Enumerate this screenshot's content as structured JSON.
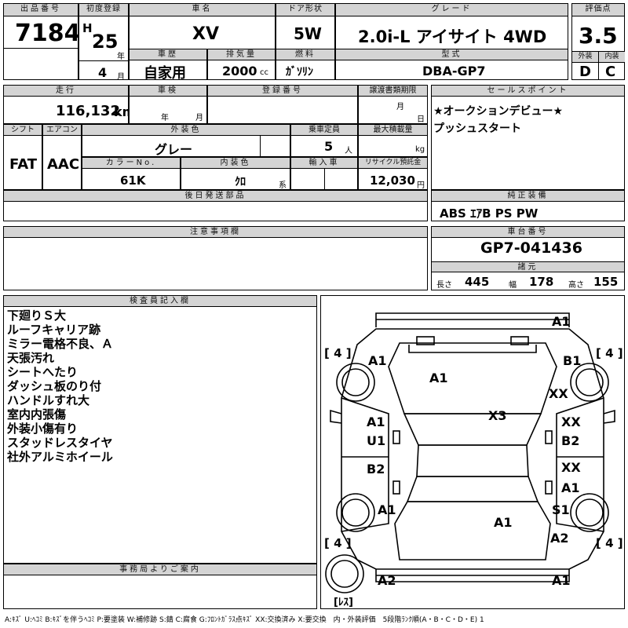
{
  "header": {
    "lot_label": "出品番号",
    "lot": "7184",
    "first_reg_label": "初度登録",
    "era": "H",
    "year": "25",
    "year_unit": "年",
    "month": "4",
    "month_unit": "月",
    "car_name_label": "車名",
    "car_name": "XV",
    "door_label": "ドア形状",
    "door": "5W",
    "grade_label": "グレード",
    "grade": "2.0i-L アイサイト 4WD",
    "score_label": "評価点",
    "score": "3.5",
    "history_label": "車歴",
    "history": "自家用",
    "displacement_label": "排気量",
    "displacement": "2000",
    "cc": "cc",
    "fuel_label": "燃料",
    "fuel": "ｶﾞｿﾘﾝ",
    "model_label": "型式",
    "model": "DBA-GP7",
    "ext_label": "外装",
    "ext_score": "D",
    "int_label": "内装",
    "int_score": "C"
  },
  "row2": {
    "mileage_label": "走行",
    "mileage": "116,132",
    "km": "km",
    "inspection_label": "車検",
    "insp_year": "年",
    "insp_month": "月",
    "reg_label": "登録番号",
    "transfer_label": "譲渡書類期限",
    "tr_month": "月",
    "tr_day": "日",
    "shift_label": "シフト",
    "shift": "FAT",
    "ac_label": "エアコン",
    "ac": "AAC",
    "color_label": "外装色",
    "color": "グレー",
    "capacity_label": "乗車定員",
    "capacity": "5",
    "capacity_unit": "人",
    "load_label": "最大積載量",
    "load_unit": "kg",
    "color_no_label": "カラーNo.",
    "color_no": "61K",
    "interior_color_label": "内装色",
    "interior_color": "ｸﾛ",
    "interior_unit": "系",
    "import_label": "輸入車",
    "recycle_label": "リサイクル預託金",
    "recycle": "12,030",
    "recycle_unit": "円"
  },
  "sales": {
    "label": "セールスポイント",
    "lines": [
      "★オークションデビュー★",
      "プッシュスタート"
    ]
  },
  "later_parts": {
    "label": "後日発送部品"
  },
  "equipment": {
    "label": "純正装備",
    "value": "ABS ｴｱB PS PW"
  },
  "notes": {
    "label": "注意事項欄"
  },
  "chassis": {
    "label": "車台番号",
    "value": "GP7-041436",
    "spec_label": "諸元",
    "length_label": "長さ",
    "length": "445",
    "width_label": "幅",
    "width": "178",
    "height_label": "高さ",
    "height": "155"
  },
  "inspector": {
    "label": "検査員記入欄",
    "lines": [
      "下廻りＳ大",
      "ルーフキャリア跡",
      "ミラー電格不良、Ａ",
      "天張汚れ",
      "シートへたり",
      "ダッシュ板のり付",
      "ハンドルすれ大",
      "室内内張傷",
      "外装小傷有り",
      "スタッドレスタイヤ",
      "社外アルミホイール"
    ]
  },
  "office": {
    "label": "事務局よりご案内"
  },
  "diagram": {
    "tire_fl": "[ 4 ]",
    "tire_fr": "[ 4 ]",
    "tire_rl": "[ 4 ]",
    "tire_rr": "[ 4 ]",
    "spare": "[ﾚｽ]",
    "marks": [
      "A1",
      "A1",
      "B1",
      "A1",
      "XX",
      "X3",
      "A1",
      "U1",
      "XX",
      "B2",
      "B2",
      "XX",
      "A1",
      "A1",
      "S1",
      "A1",
      "A2",
      "A2",
      "A1"
    ]
  },
  "legend": "A:ｷｽﾞ U:ﾍｺﾐ B:ｷｽﾞを伴うﾍｺﾐ P:要塗装 W:補修跡 S:錆 C:腐食 G:ﾌﾛﾝﾄｶﾞﾗｽ点ｷｽﾞ XX:交換済み X:要交換　内・外装評価　5段階ﾗﾝｸ順(A・B・C・D・E) 1"
}
